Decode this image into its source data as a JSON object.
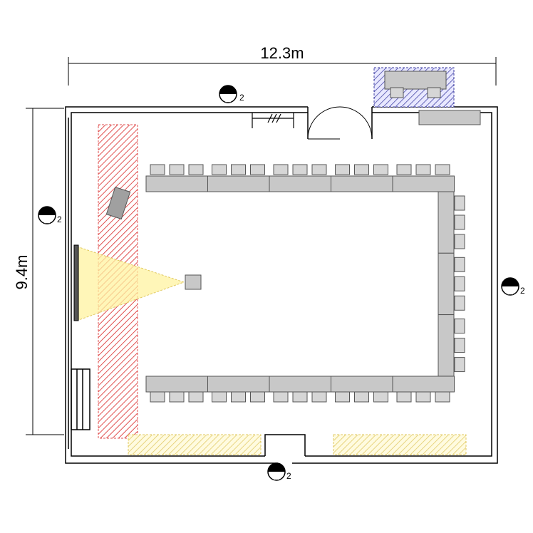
{
  "dimensions": {
    "width_label": "12.3m",
    "height_label": "9.4m"
  },
  "outlet": {
    "glyph": "⊓",
    "subscript": "2"
  },
  "colors": {
    "wall": "#000000",
    "table_fill": "#c8c8c8",
    "table_stroke": "#555555",
    "chair_fill": "#d6d6d6",
    "screen_hatch": "#e05050",
    "projection_fill": "#fff3a0",
    "window_hatch": "#e8d060",
    "stage_hatch": "#3a3aa0"
  },
  "layout_counts": {
    "top_tables": 5,
    "chairs_per_top_table": 3,
    "side_tables": 3,
    "chairs_per_side_table": 3,
    "bottom_tables": 5,
    "chairs_per_bottom_table": 3
  }
}
